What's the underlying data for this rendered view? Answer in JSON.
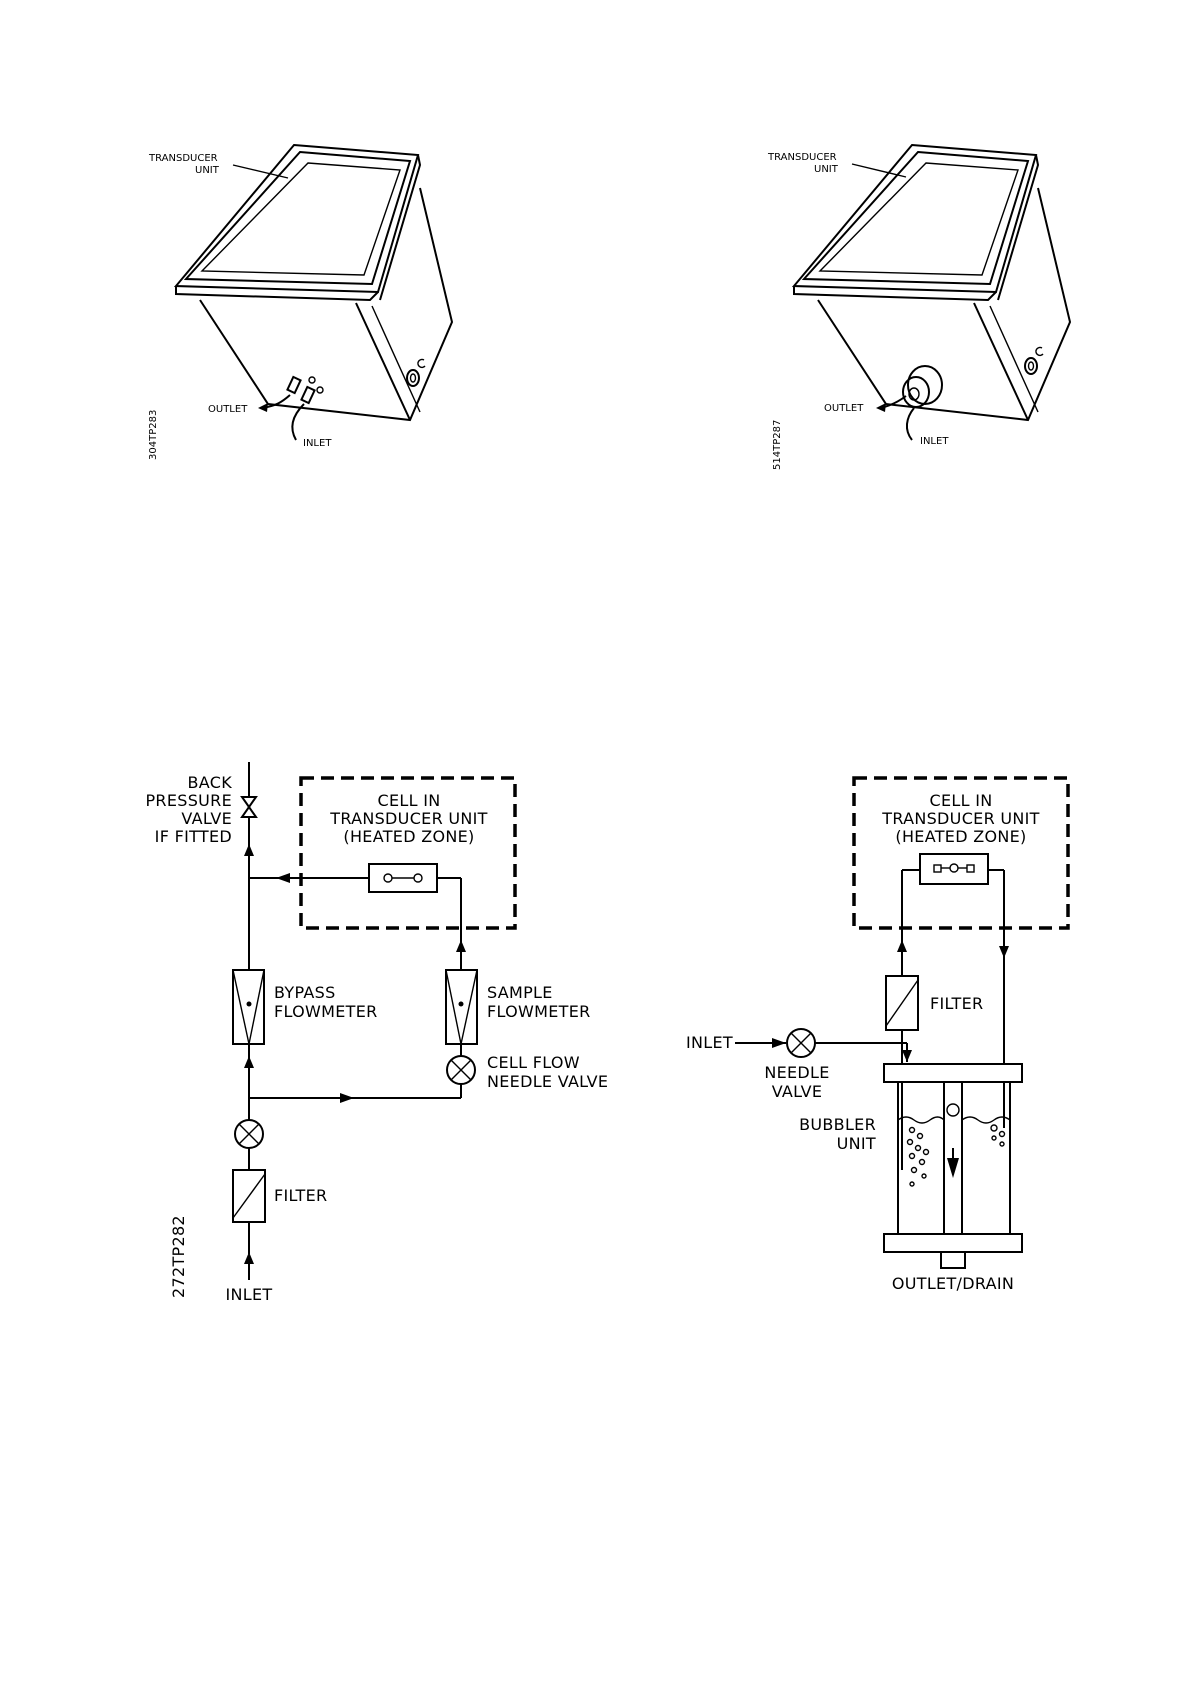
{
  "fig1": {
    "transducer_label": [
      "TRANSDUCER",
      "UNIT"
    ],
    "outlet": "OUTLET",
    "inlet": "INLET",
    "ref": "304TP283"
  },
  "fig2": {
    "transducer_label": [
      "TRANSDUCER",
      "UNIT"
    ],
    "outlet": "OUTLET",
    "inlet": "INLET",
    "ref": "514TP287"
  },
  "fig3": {
    "back_pressure": [
      "BACK",
      "PRESSURE",
      "VALVE",
      "IF FITTED"
    ],
    "cell": [
      "CELL  IN",
      "TRANSDUCER  UNIT",
      "(HEATED  ZONE)"
    ],
    "bypass": [
      "BYPASS",
      "FLOWMETER"
    ],
    "sample": [
      "SAMPLE",
      "FLOWMETER"
    ],
    "needle": [
      "CELL FLOW",
      "NEEDLE  VALVE"
    ],
    "filter": "FILTER",
    "inlet": "INLET",
    "ref": "272TP282"
  },
  "fig4": {
    "cell": [
      "CELL  IN",
      "TRANSDUCER  UNIT",
      "(HEATED  ZONE)"
    ],
    "filter": "FILTER",
    "inlet": "INLET",
    "needle": [
      "NEEDLE",
      "VALVE"
    ],
    "bubbler": [
      "BUBBLER",
      "UNIT"
    ],
    "outlet": "OUTLET/DRAIN"
  }
}
